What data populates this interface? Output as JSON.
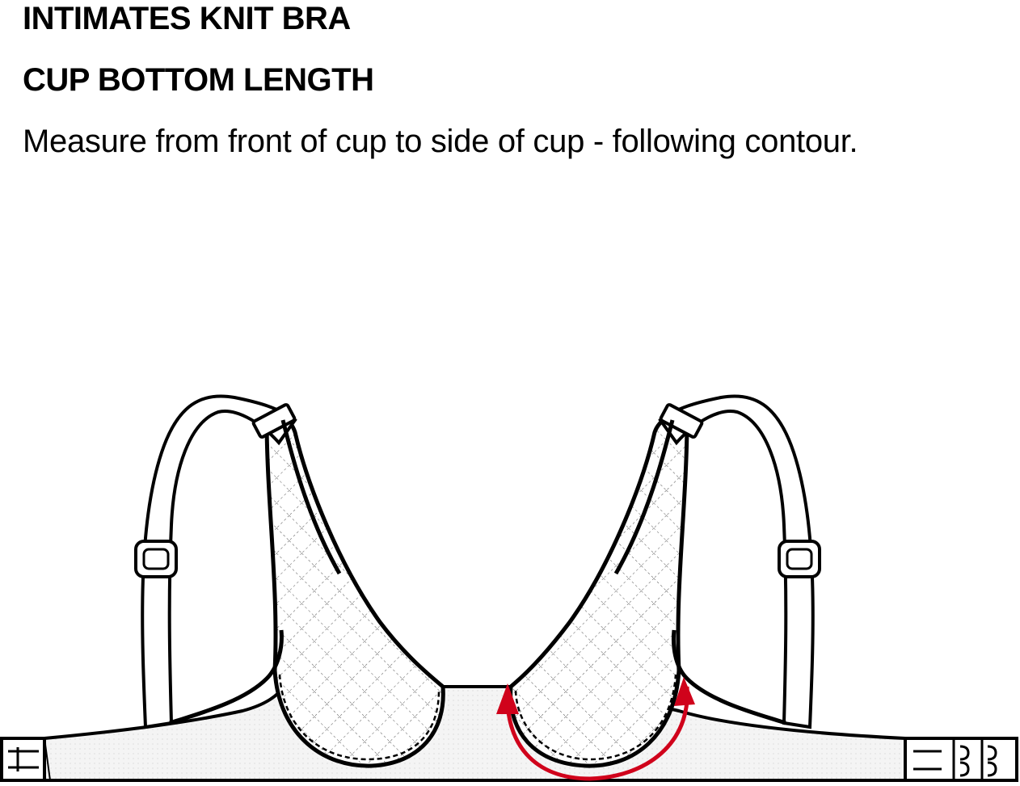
{
  "header": {
    "title": "INTIMATES KNIT BRA",
    "subtitle": "CUP BOTTOM LENGTH",
    "instruction": "Measure from front of cup to side of cup - following contour."
  },
  "colors": {
    "outline": "#000000",
    "fabric": "#f2f2f2",
    "mesh": "#666666",
    "measure_arrow": "#d0021b"
  }
}
